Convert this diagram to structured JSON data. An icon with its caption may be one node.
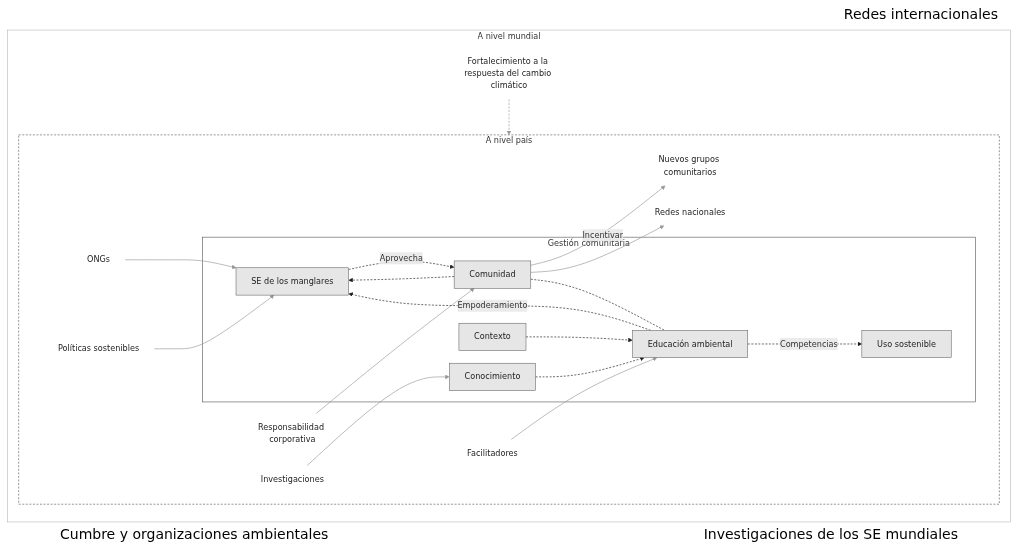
{
  "diagram": {
    "nodes": [
      {
        "text": [
          "A nivel mundial"
        ]
      },
      {
        "text": [
          "Fortalecimiento a la respuesta del cambio climático"
        ],
        "in": 0
      },
      {
        "text": [
          "A nivel país"
        ],
        "in": 0
      },
      {
        "text": [
          "Responsabilidad corporativa"
        ],
        "in": 2
      },
      {
        "text": [
          "Gestión comunitaria"
        ],
        "in": 2
      },
      {
        "text": [
          "SE de los manglares"
        ],
        "in": 4
      },
      {
        "text": [
          "Comunidad"
        ],
        "in": 4
      },
      {
        "text": [
          "Uso sostenible"
        ],
        "in": 4
      },
      {
        "text": [
          "Conocimiento"
        ],
        "in": 4
      },
      {
        "text": [
          "Educación ambiental"
        ],
        "in": 4
      },
      {
        "text": [
          "Contexto"
        ],
        "in": 4
      },
      {
        "text": [
          "ONGs"
        ],
        "in": 2
      },
      {
        "text": [
          "Nuevos grupos comunitarios"
        ],
        "in": 2
      },
      {
        "text": [
          "Redes nacionales"
        ],
        "in": 2
      },
      {
        "text": [
          "Facilitadores"
        ],
        "in": 2
      },
      {
        "text": [
          "Políticas sostenibles"
        ],
        "in": 2
      },
      {
        "text": [
          "Investigaciones"
        ],
        "in": 2
      }
    ],
    "edges": [
      {
        "from": 1,
        "to": 2,
        "arrow": "to",
        "style": "dashed"
      },
      {
        "from": 3,
        "to": 6,
        "arrow": "to"
      },
      {
        "from": 11,
        "to": 5,
        "arrow": "to"
      },
      {
        "from": 5,
        "to": 6,
        "arrow": "to",
        "label": "Aprovecha",
        "style": "dashed",
        "color": "#222222"
      },
      {
        "from": 6,
        "to": 5,
        "arrow": "to",
        "style": "dashed",
        "color": "#222222"
      },
      {
        "from": 6,
        "to": 12,
        "arrow": "to",
        "label": "Incentivar"
      },
      {
        "from": 6,
        "to": 13,
        "arrow": "to"
      },
      {
        "from": 6,
        "to": 9,
        "arrow": "none",
        "style": "dashed",
        "color": "#222222"
      },
      {
        "from": 8,
        "to": 9,
        "arrow": "to",
        "style": "dashed",
        "color": "#222222"
      },
      {
        "from": 9,
        "to": 7,
        "arrow": "to",
        "label": "Competencias",
        "style": "dashed",
        "color": "#222222"
      },
      {
        "from": 14,
        "to": 9,
        "arrow": "to"
      },
      {
        "from": 10,
        "to": 9,
        "arrow": "to",
        "style": "dashed",
        "color": "#222222"
      },
      {
        "from": 9,
        "to": 5,
        "arrow": "to",
        "label": "Empoderamiento",
        "style": "dashed",
        "color": "#222222"
      },
      {
        "from": 15,
        "to": 5,
        "arrow": "to"
      },
      {
        "from": 16,
        "to": 8,
        "arrow": "to"
      }
    ],
    "labels": [
      "Redes internacionales",
      "Cumbre y organizaciones ambientales",
      "Investigaciones de los SE mundiales"
    ]
  }
}
